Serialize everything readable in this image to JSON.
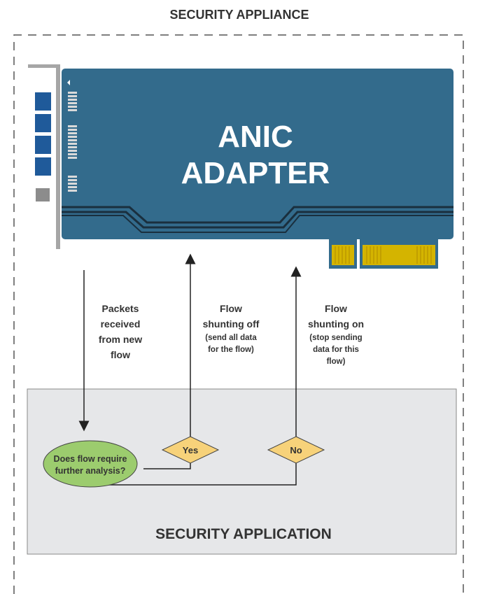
{
  "appliance_title": "SECURITY APPLIANCE",
  "adapter": {
    "line1": "ANIC",
    "line2": "ADAPTER"
  },
  "labels": {
    "packets": [
      "Packets",
      "received",
      "from new",
      "flow"
    ],
    "shunt_off": [
      "Flow",
      "shunting off"
    ],
    "shunt_off_sub": [
      "(send all data",
      "for the flow)"
    ],
    "shunt_on": [
      "Flow",
      "shunting on"
    ],
    "shunt_on_sub": [
      "(stop sending",
      "data for this",
      "flow)"
    ]
  },
  "decision": {
    "question_lines": [
      "Does flow require",
      "further analysis?"
    ],
    "yes": "Yes",
    "no": "No"
  },
  "application_title": "SECURITY APPLICATION",
  "colors": {
    "card": "#336b8c",
    "port_blue": "#1f5a9a",
    "gold": "#d4b400",
    "oval": "#9ccc6e",
    "diamond": "#f7d27a",
    "app_box": "#e6e7e9"
  }
}
